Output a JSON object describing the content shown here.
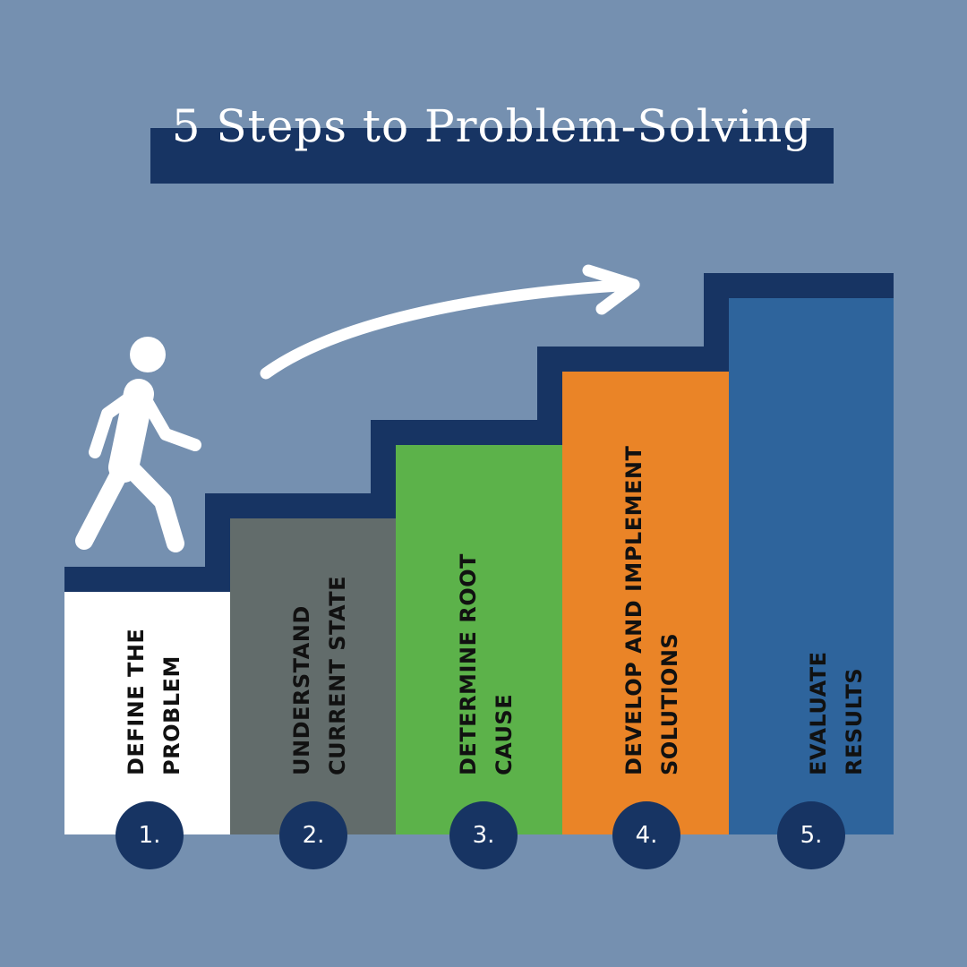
{
  "title": "5 Steps to Problem-Solving",
  "steps": [
    {
      "number": "1.",
      "label": "DEFINE THE\nPROBLEM",
      "color": "#ffffff",
      "text_color": "#111111"
    },
    {
      "number": "2.",
      "label": "UNDERSTAND\nCURRENT STATE",
      "color": "#626c6b",
      "text_color": "#111111"
    },
    {
      "number": "3.",
      "label": "DETERMINE ROOT\nCAUSE",
      "color": "#5cb24a",
      "text_color": "#111111"
    },
    {
      "number": "4.",
      "label": "DEVELOP AND IMPLEMENT\nSOLUTIONS",
      "color": "#ea8427",
      "text_color": "#111111"
    },
    {
      "number": "5.",
      "label": "EVALUATE RESULTS",
      "color": "#2e649c",
      "text_color": "#111111"
    }
  ],
  "colors": {
    "background": "#7590b0",
    "navy": "#173463",
    "icon": "#ffffff"
  },
  "icons": [
    "walking-person-icon",
    "curved-arrow-icon"
  ]
}
